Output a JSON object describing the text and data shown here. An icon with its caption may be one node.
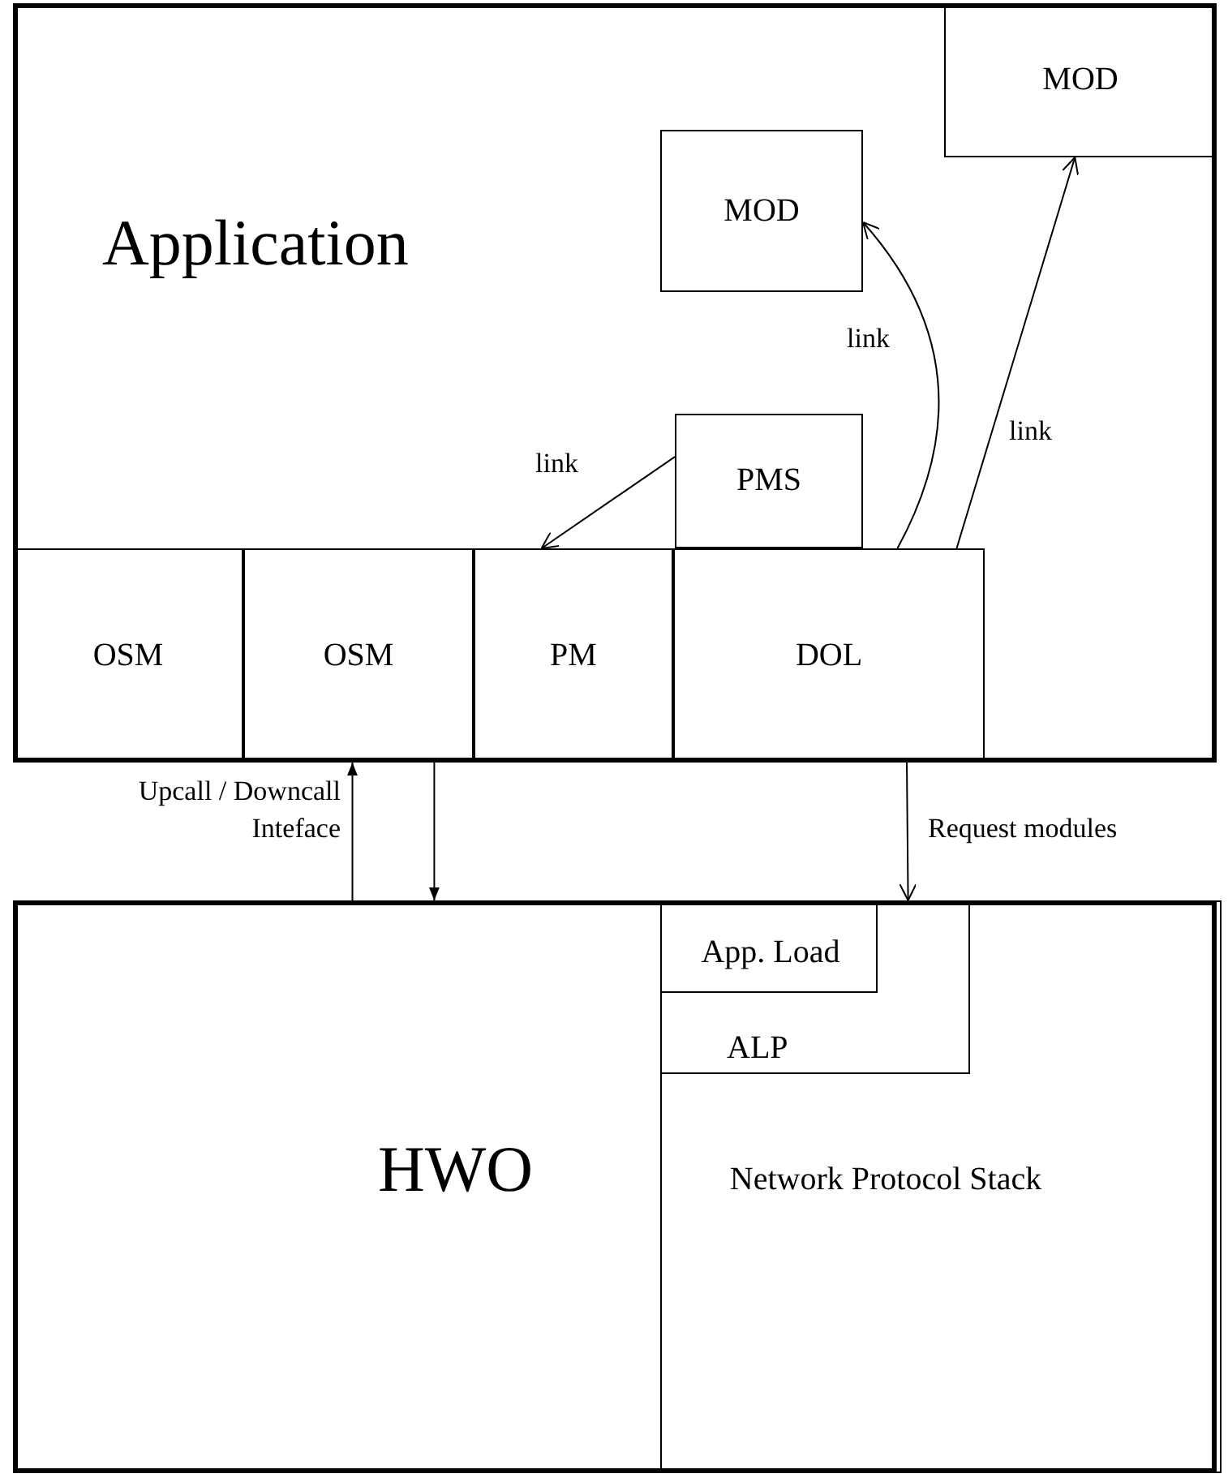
{
  "diagram": {
    "nodes": [
      {
        "text": [
          "Application"
        ]
      },
      {
        "text": [
          "MOD"
        ],
        "in": 0
      },
      {
        "text": [
          "MOD"
        ],
        "in": 0
      },
      {
        "text": [
          "PMS"
        ],
        "in": 0
      },
      {
        "text": [
          "OSM"
        ],
        "in": 0
      },
      {
        "text": [
          "OSM"
        ],
        "in": 0
      },
      {
        "text": [
          "PM"
        ],
        "in": 0
      },
      {
        "text": [
          "DOL"
        ],
        "in": 0
      },
      {
        "text": [
          "HWO"
        ]
      },
      {
        "text": [
          "Network Protocol Stack"
        ],
        "in": 8
      },
      {
        "text": [
          "ALP"
        ],
        "in": 9
      },
      {
        "text": [
          "App. Load"
        ],
        "in": 10
      }
    ],
    "edges": [
      {
        "from": 3,
        "to": 6,
        "arrow": "to",
        "label": "link"
      },
      {
        "from": 7,
        "to": 2,
        "arrow": "to",
        "label": "link"
      },
      {
        "from": 7,
        "to": 1,
        "arrow": "to",
        "label": "link"
      },
      {
        "from": 8,
        "to": 0,
        "arrow": "to",
        "label": "Upcall / Downcall Inteface"
      },
      {
        "from": 0,
        "to": 8,
        "arrow": "to"
      },
      {
        "from": 7,
        "to": 10,
        "arrow": "to",
        "label": "Request modules"
      }
    ]
  }
}
